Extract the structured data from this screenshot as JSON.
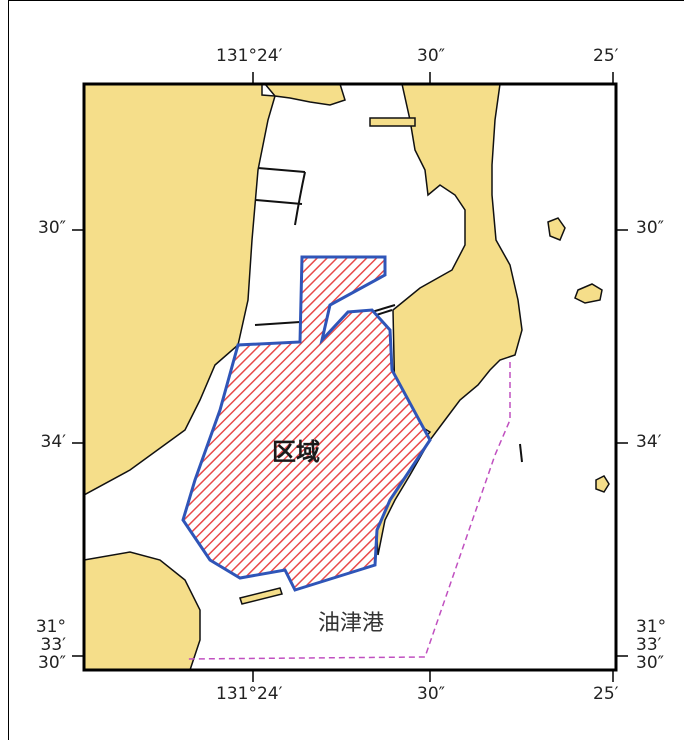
{
  "map": {
    "area_label": "区域",
    "port_label": "油津港",
    "top_labels": [
      "131°24′",
      "30″",
      "25′"
    ],
    "bottom_labels": [
      "131°24′",
      "30″",
      "25′"
    ],
    "left_labels": [
      "30″",
      "34′"
    ],
    "right_labels": [
      "30″",
      "34′"
    ],
    "corner_left": [
      "31°",
      "33′",
      "30″"
    ],
    "corner_right": [
      "31°",
      "33′",
      "30″"
    ],
    "colors": {
      "land": "#f5de8a",
      "water": "#ffffff",
      "area_hatch": "#e84a4a",
      "area_border": "#2f55b8",
      "port_limit": "#c050c0"
    }
  }
}
